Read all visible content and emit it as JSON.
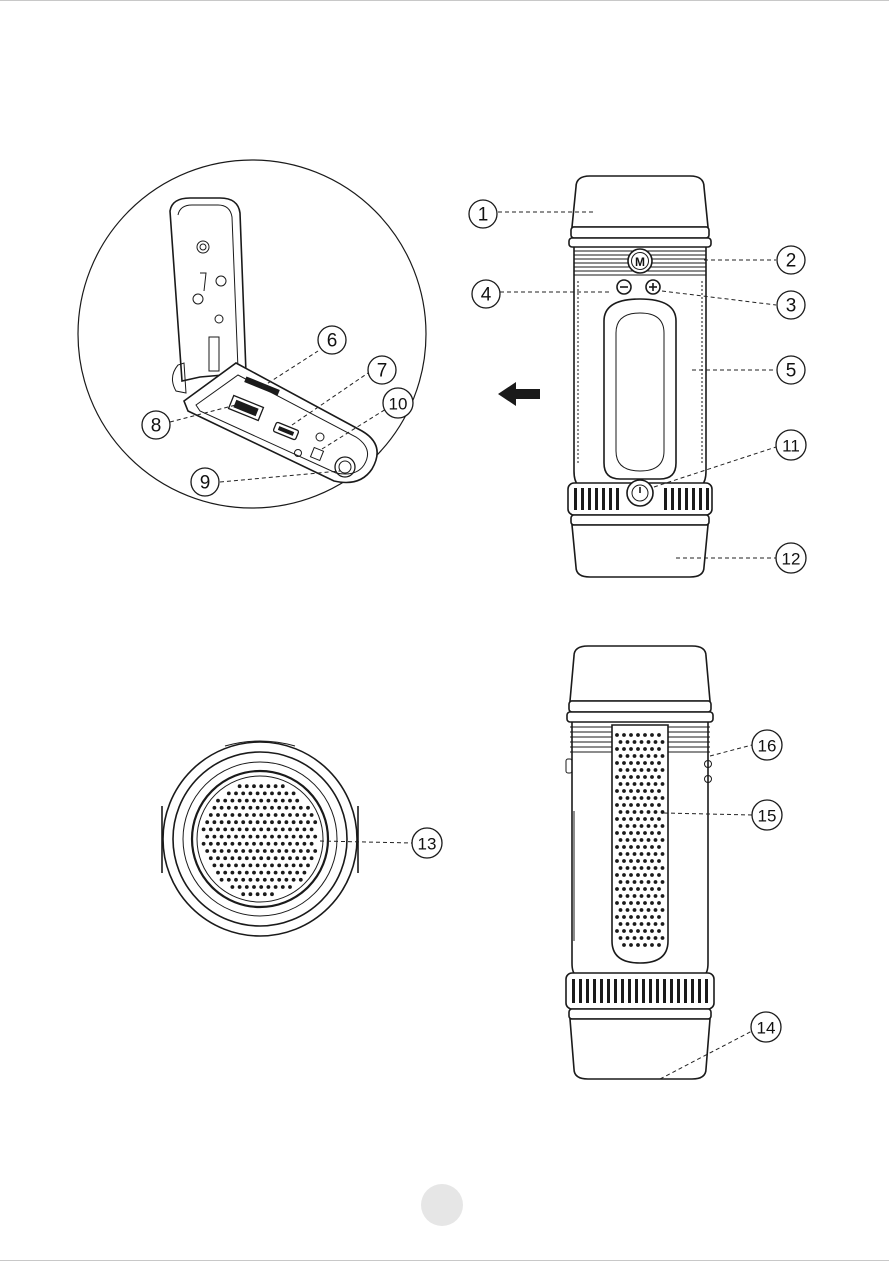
{
  "figure": {
    "callouts": [
      {
        "id": "callout-1",
        "number": "1"
      },
      {
        "id": "callout-2",
        "number": "2"
      },
      {
        "id": "callout-3",
        "number": "3"
      },
      {
        "id": "callout-4",
        "number": "4"
      },
      {
        "id": "callout-5",
        "number": "5"
      },
      {
        "id": "callout-6",
        "number": "6"
      },
      {
        "id": "callout-7",
        "number": "7"
      },
      {
        "id": "callout-8",
        "number": "8"
      },
      {
        "id": "callout-9",
        "number": "9"
      },
      {
        "id": "callout-10",
        "number": "10"
      },
      {
        "id": "callout-11",
        "number": "11"
      },
      {
        "id": "callout-12",
        "number": "12"
      },
      {
        "id": "callout-13",
        "number": "13"
      },
      {
        "id": "callout-14",
        "number": "14"
      },
      {
        "id": "callout-15",
        "number": "15"
      },
      {
        "id": "callout-16",
        "number": "16"
      }
    ],
    "mode_button_letter": "M"
  },
  "colors": {
    "ink": "#1a1a1a",
    "page_indicator": "#e6e6e6"
  }
}
